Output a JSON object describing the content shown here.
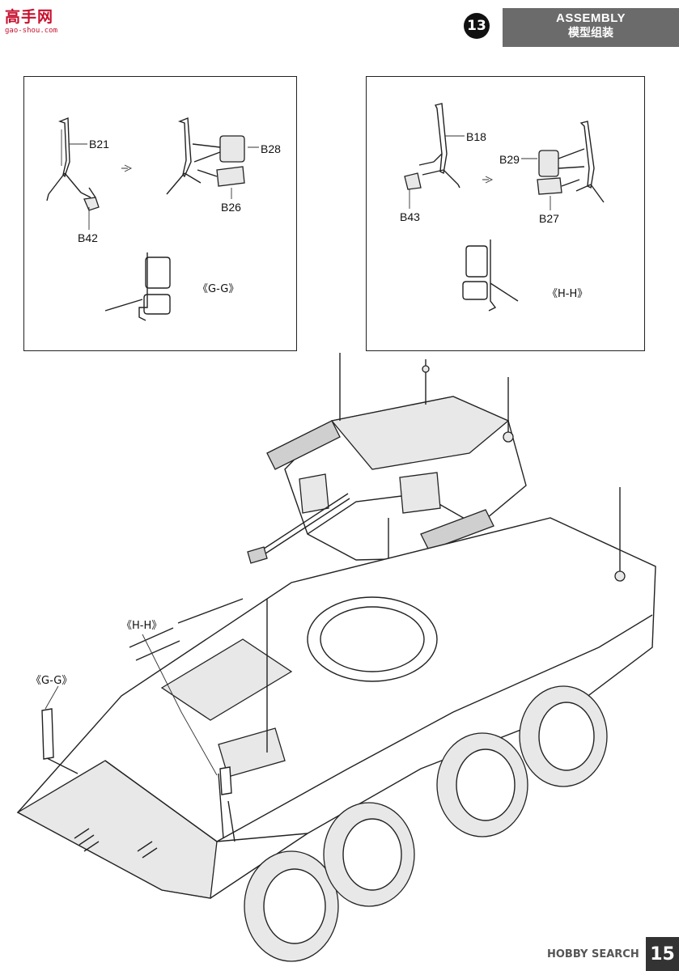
{
  "watermark": {
    "site_name": "高手网",
    "site_url": "gao-shou.com"
  },
  "header": {
    "step_number": "13",
    "title": "ASSEMBLY",
    "subtitle": "模型组装"
  },
  "left_panel": {
    "parts": [
      "B21",
      "B28",
      "B26",
      "B42"
    ],
    "view_label": "《G-G》"
  },
  "right_panel": {
    "parts": [
      "B18",
      "B29",
      "B43",
      "B27"
    ],
    "view_label": "《H-H》"
  },
  "main_drawing": {
    "callouts": [
      "《H-H》",
      "《G-G》"
    ]
  },
  "footer": {
    "brand": "HOBBY SEARCH",
    "page_number": "15"
  }
}
